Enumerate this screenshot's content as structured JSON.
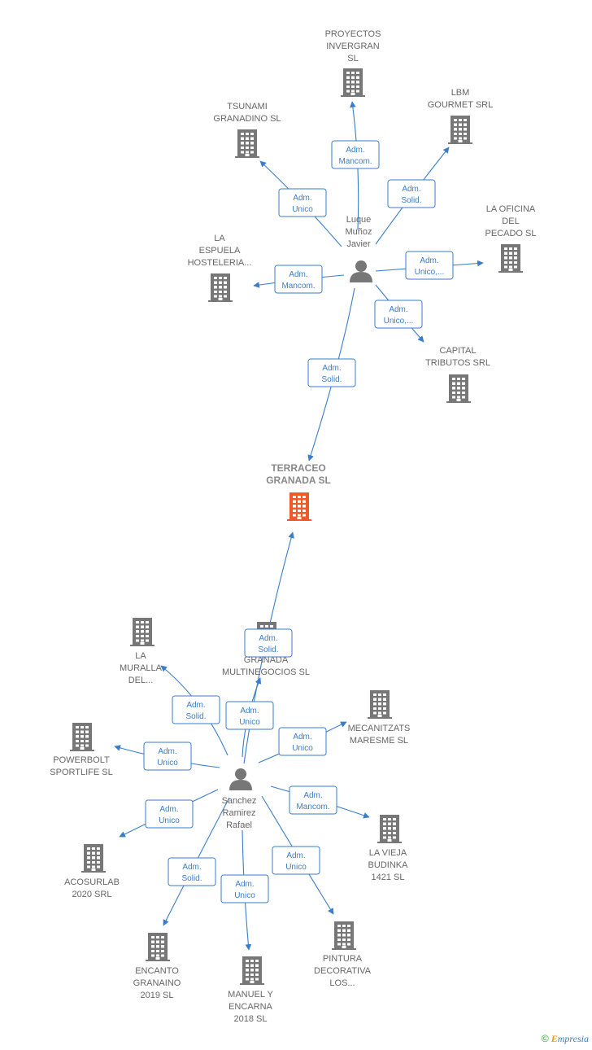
{
  "diagram": {
    "companies": [
      {
        "id": "proyectos",
        "lines": [
          "PROYECTOS",
          "INVERGRAN",
          "SL"
        ],
        "focus": false
      },
      {
        "id": "tsunami",
        "lines": [
          "TSUNAMI",
          "GRANADINO SL"
        ],
        "focus": false
      },
      {
        "id": "lbm",
        "lines": [
          "LBM",
          "GOURMET SRL"
        ],
        "focus": false
      },
      {
        "id": "oficina",
        "lines": [
          "LA OFICINA",
          "DEL",
          "PECADO  SL"
        ],
        "focus": false
      },
      {
        "id": "espuela",
        "lines": [
          "LA",
          "ESPUELA",
          "HOSTELERIA..."
        ],
        "focus": false
      },
      {
        "id": "capital",
        "lines": [
          "CAPITAL",
          "TRIBUTOS SRL"
        ],
        "focus": false
      },
      {
        "id": "terraceo",
        "lines": [
          "TERRACEO",
          "GRANADA  SL"
        ],
        "focus": true
      },
      {
        "id": "muralla",
        "lines": [
          "LA",
          "MURALLA",
          "DEL..."
        ],
        "focus": false
      },
      {
        "id": "granada_multi",
        "lines": [
          "GRANADA",
          "MULTINEGOCIOS SL"
        ],
        "focus": false
      },
      {
        "id": "mecanitzats",
        "lines": [
          "MECANITZATS",
          "MARESME  SL"
        ],
        "focus": false
      },
      {
        "id": "powerbolt",
        "lines": [
          "POWERBOLT",
          "SPORTLIFE  SL"
        ],
        "focus": false
      },
      {
        "id": "vieja",
        "lines": [
          "LA VIEJA",
          "BUDINKA",
          "1421 SL"
        ],
        "focus": false
      },
      {
        "id": "acosurlab",
        "lines": [
          "ACOSURLAB",
          "2020 SRL"
        ],
        "focus": false
      },
      {
        "id": "encanto",
        "lines": [
          "ENCANTO",
          "GRANAINO",
          "2019  SL"
        ],
        "focus": false
      },
      {
        "id": "manuel",
        "lines": [
          "MANUEL Y",
          "ENCARNA",
          "2018  SL"
        ],
        "focus": false
      },
      {
        "id": "pintura",
        "lines": [
          "PINTURA",
          "DECORATIVA",
          "LOS..."
        ],
        "focus": false
      }
    ],
    "people": [
      {
        "id": "luque",
        "lines": [
          "Luque",
          "Muñoz",
          "Javier"
        ]
      },
      {
        "id": "sanchez",
        "lines": [
          "Sanchez",
          "Ramirez",
          "Rafael"
        ]
      }
    ],
    "relations": [
      {
        "from": "luque",
        "to": "proyectos",
        "lines": [
          "Adm.",
          "Mancom."
        ]
      },
      {
        "from": "luque",
        "to": "tsunami",
        "lines": [
          "Adm.",
          "Unico"
        ]
      },
      {
        "from": "luque",
        "to": "lbm",
        "lines": [
          "Adm.",
          "Solid."
        ]
      },
      {
        "from": "luque",
        "to": "oficina",
        "lines": [
          "Adm.",
          "Unico,..."
        ]
      },
      {
        "from": "luque",
        "to": "espuela",
        "lines": [
          "Adm.",
          "Mancom."
        ]
      },
      {
        "from": "luque",
        "to": "capital",
        "lines": [
          "Adm.",
          "Unico,..."
        ]
      },
      {
        "from": "luque",
        "to": "terraceo",
        "lines": [
          "Adm.",
          "Solid."
        ]
      },
      {
        "from": "sanchez",
        "to": "terraceo",
        "lines": [
          "Adm.",
          "Solid."
        ]
      },
      {
        "from": "sanchez",
        "to": "muralla",
        "lines": [
          "Adm.",
          "Solid."
        ]
      },
      {
        "from": "sanchez",
        "to": "granada_multi",
        "lines": [
          "Adm.",
          "Unico"
        ]
      },
      {
        "from": "sanchez",
        "to": "mecanitzats",
        "lines": [
          "Adm.",
          "Unico"
        ]
      },
      {
        "from": "sanchez",
        "to": "powerbolt",
        "lines": [
          "Adm.",
          "Unico"
        ]
      },
      {
        "from": "sanchez",
        "to": "vieja",
        "lines": [
          "Adm.",
          "Mancom."
        ]
      },
      {
        "from": "sanchez",
        "to": "acosurlab",
        "lines": [
          "Adm.",
          "Unico"
        ]
      },
      {
        "from": "sanchez",
        "to": "encanto",
        "lines": [
          "Adm.",
          "Solid."
        ]
      },
      {
        "from": "sanchez",
        "to": "manuel",
        "lines": [
          "Adm.",
          "Unico"
        ]
      },
      {
        "from": "sanchez",
        "to": "pintura",
        "lines": [
          "Adm.",
          "Unico"
        ]
      }
    ],
    "colors": {
      "edge": "#3a7dc9",
      "building": "#777777",
      "building_focus": "#f05a28",
      "person": "#777777"
    }
  },
  "footer": {
    "copyright_symbol": "©",
    "brand_initial": "E",
    "brand_rest": "mpresia"
  }
}
